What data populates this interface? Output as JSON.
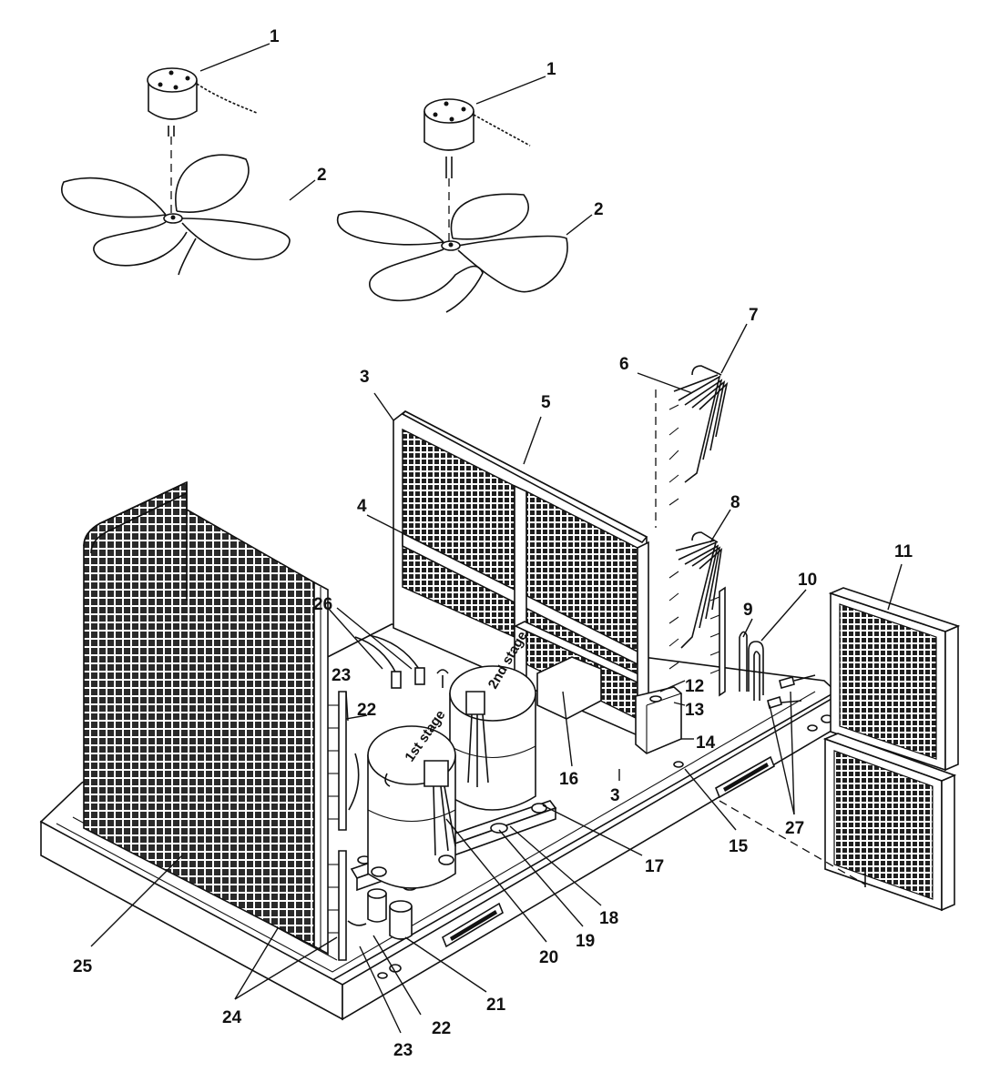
{
  "compressor_labels": {
    "first_stage": "1st stage",
    "second_stage": "2nd stage"
  },
  "callouts": [
    "1",
    "1",
    "2",
    "2",
    "3",
    "4",
    "5",
    "6",
    "7",
    "8",
    "9",
    "10",
    "11",
    "12",
    "13",
    "14",
    "15",
    "16",
    "3",
    "17",
    "18",
    "19",
    "20",
    "21",
    "22",
    "23",
    "22",
    "23",
    "24",
    "25",
    "26",
    "27"
  ]
}
